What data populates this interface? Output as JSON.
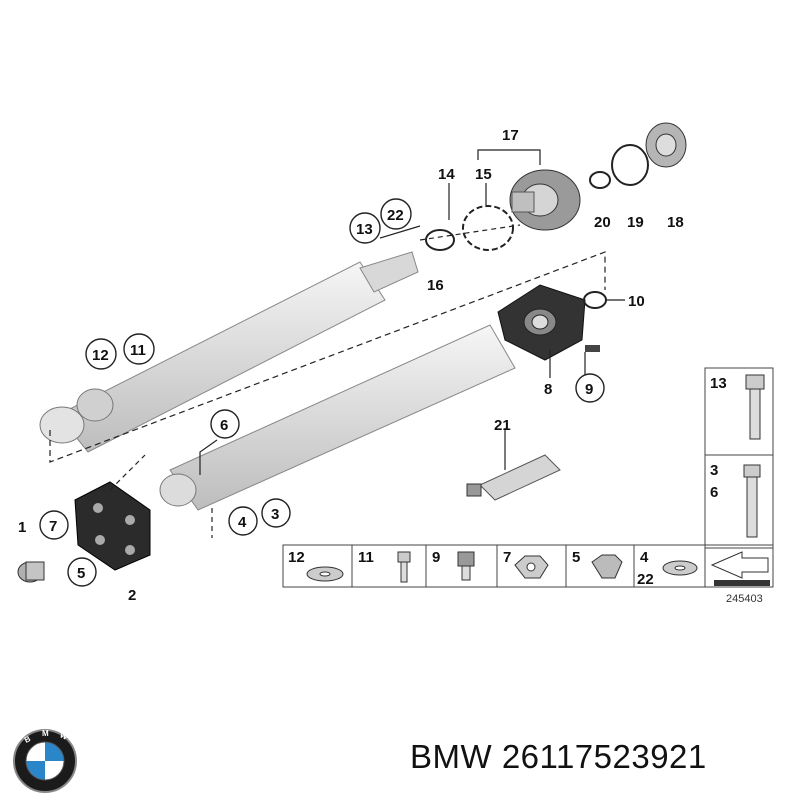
{
  "diagram": {
    "callouts": {
      "n1": "1",
      "n2": "2",
      "n3": "3",
      "n4": "4",
      "n5": "5",
      "n6": "6",
      "n7": "7",
      "n8": "8",
      "n9": "9",
      "n10": "10",
      "n11": "11",
      "n12": "12",
      "n13": "13",
      "n14": "14",
      "n15": "15",
      "n16": "16",
      "n17": "17",
      "n18": "18",
      "n19": "19",
      "n20": "20",
      "n21": "21",
      "n22": "22"
    },
    "legend_right": {
      "top_label": "13",
      "mid_label_a": "3",
      "mid_label_b": "6"
    },
    "legend_bottom": [
      "12",
      "11",
      "9",
      "7",
      "5",
      "4",
      "22"
    ],
    "drawing_number": "245403"
  },
  "footer": {
    "brand": "BMW",
    "part_number": "26117523921",
    "logo_letters": "BMW"
  },
  "colors": {
    "part_fill": "#e6e6e6",
    "line": "#222222",
    "rubber": "#333333",
    "logo_blue": "#2a86c8"
  }
}
